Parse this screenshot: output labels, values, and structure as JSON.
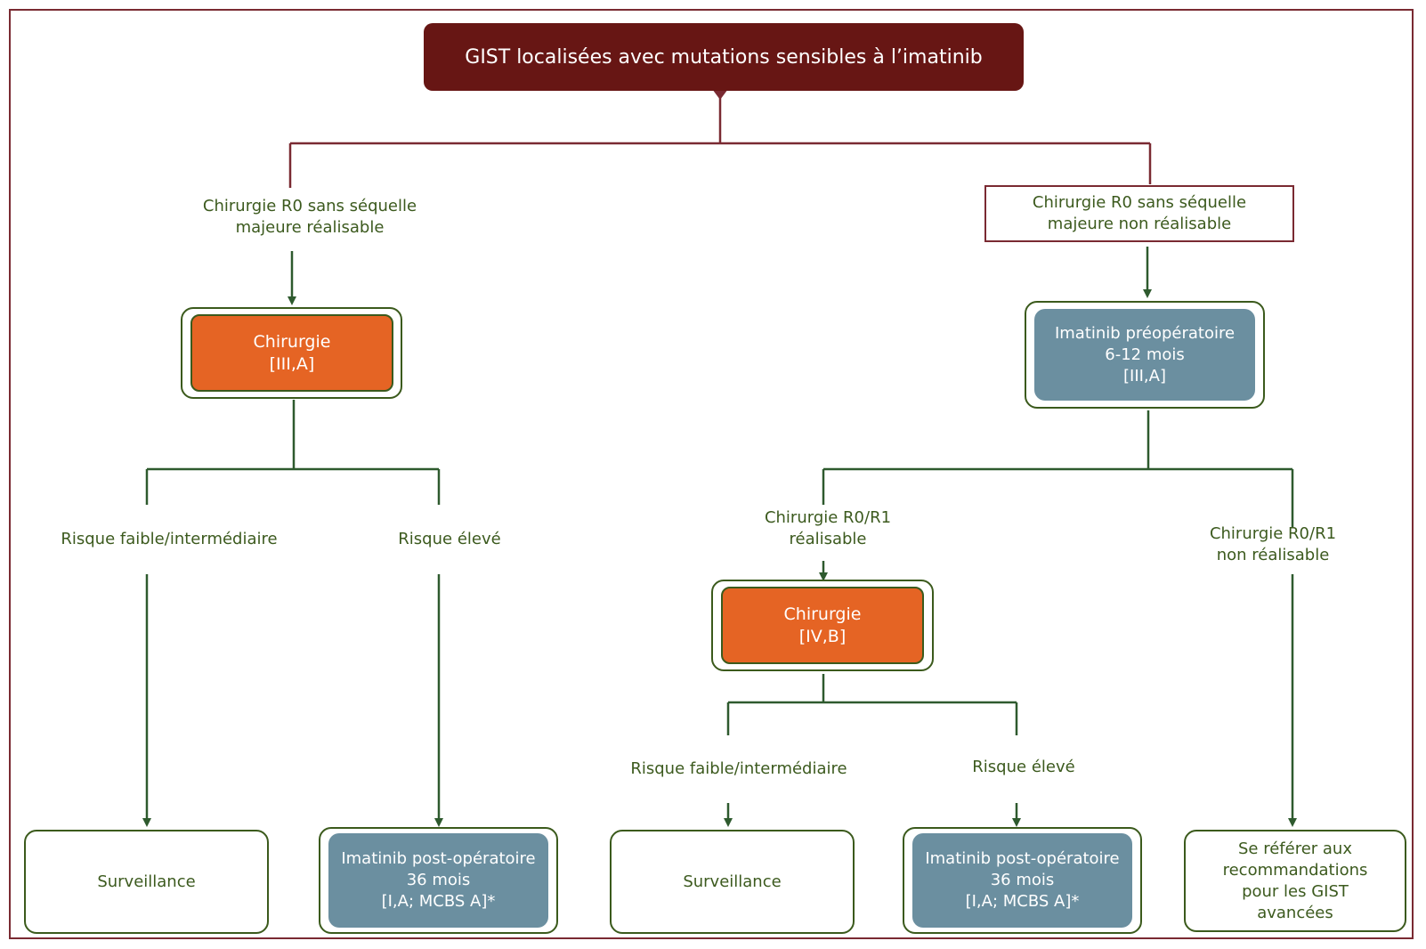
{
  "title": "GIST localisées avec mutations sensibles à l’imatinib",
  "left_branch": {
    "condition": "Chirurgie R0 sans séquelle\nmajeure réalisable",
    "treatment": "Chirurgie\n[III,A]",
    "risk_low": "Risque faible/intermédiaire",
    "risk_high": "Risque élevé",
    "outcome_low": "Surveillance",
    "outcome_high": "Imatinib post-opératoire\n36 mois\n[I,A; MCBS A]*"
  },
  "right_branch": {
    "condition": "Chirurgie R0 sans séquelle\nmajeure non réalisable",
    "treatment": "Imatinib préopératoire\n6-12 mois\n[III,A]",
    "sub_feasible": "Chirurgie R0/R1\nréalisable",
    "sub_not_feasible": "Chirurgie R0/R1\nnon réalisable",
    "sub_treatment": "Chirurgie\n[IV,B]",
    "risk_low": "Risque faible/intermédiaire",
    "risk_high": "Risque élevé",
    "outcome_low": "Surveillance",
    "outcome_high": "Imatinib post-opératoire\n36 mois\n[I,A; MCBS A]*",
    "outcome_advanced": "Se référer aux\nrecommandations\npour les GIST\navancées"
  },
  "colors": {
    "title_bg": "#671614",
    "frame": "#7a2a32",
    "connector_top": "#7a2a32",
    "connector": "#2e5a2e",
    "surgery": "#e56424",
    "imatinib": "#6b8fa0",
    "text_green": "#3c5a1e"
  }
}
